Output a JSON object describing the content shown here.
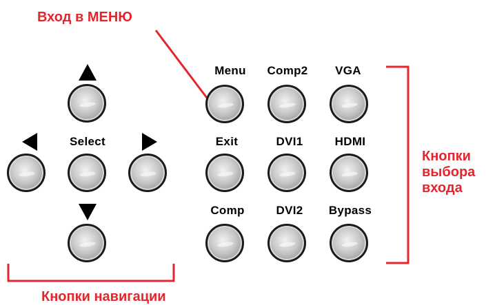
{
  "annotations": {
    "menu_entry": "Вход в МЕНЮ",
    "input_buttons": "Кнопки\nвыбора\nвхода",
    "nav_buttons": "Кнопки навигации"
  },
  "labels": {
    "menu": "Menu",
    "comp2": "Comp2",
    "vga": "VGA",
    "exit": "Exit",
    "dvi1": "DVI1",
    "hdmi": "HDMI",
    "comp": "Comp",
    "dvi2": "DVI2",
    "bypass": "Bypass",
    "select": "Select"
  },
  "colors": {
    "annotation": "#e3262e",
    "label": "#000000"
  },
  "icons": [
    "up-arrow-icon",
    "down-arrow-icon",
    "left-arrow-icon",
    "right-arrow-icon"
  ]
}
